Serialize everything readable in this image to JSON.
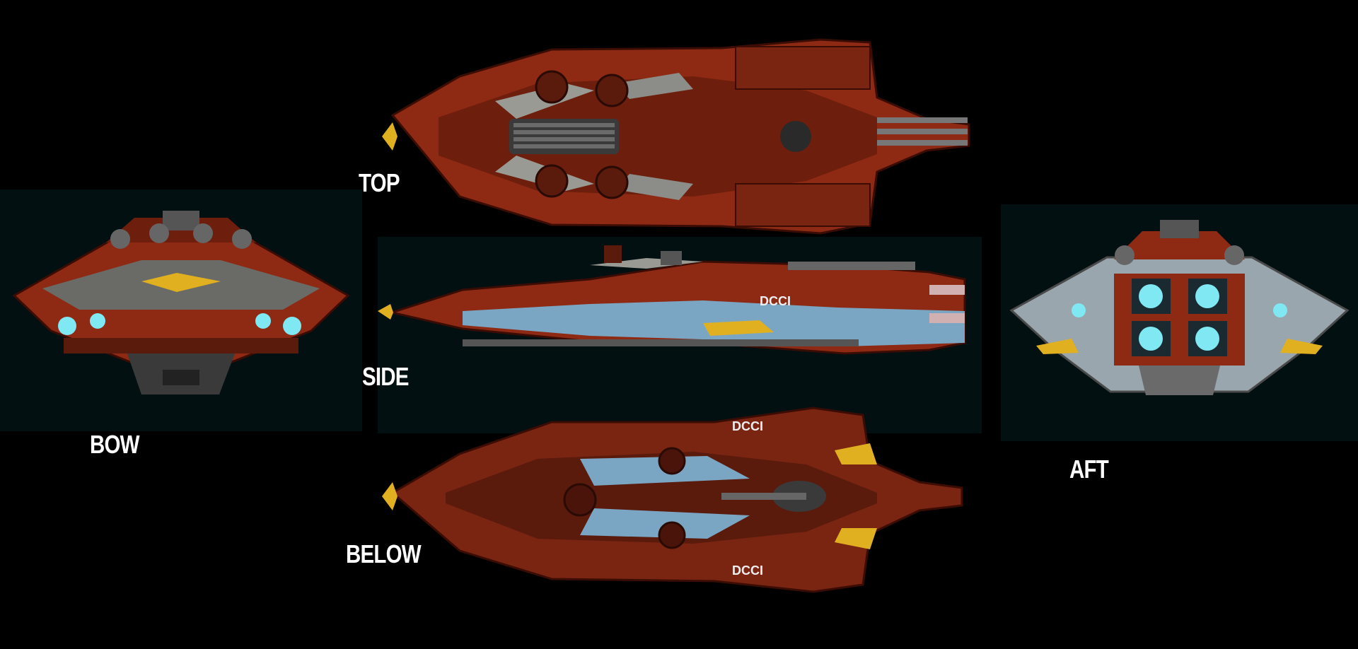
{
  "labels": {
    "top": "TOP",
    "side": "SIDE",
    "bow": "BOW",
    "below": "BELOW",
    "aft": "AFT"
  },
  "markings": {
    "registry": "DCCI"
  },
  "colors": {
    "hull_red": "#8e2a14",
    "hull_dark_red": "#5a1a0c",
    "panel_grey": "#8c8c88",
    "engine_glow": "#7fe8f2",
    "accent_yellow": "#e0b020",
    "underside_blue": "#7aa6c4"
  }
}
